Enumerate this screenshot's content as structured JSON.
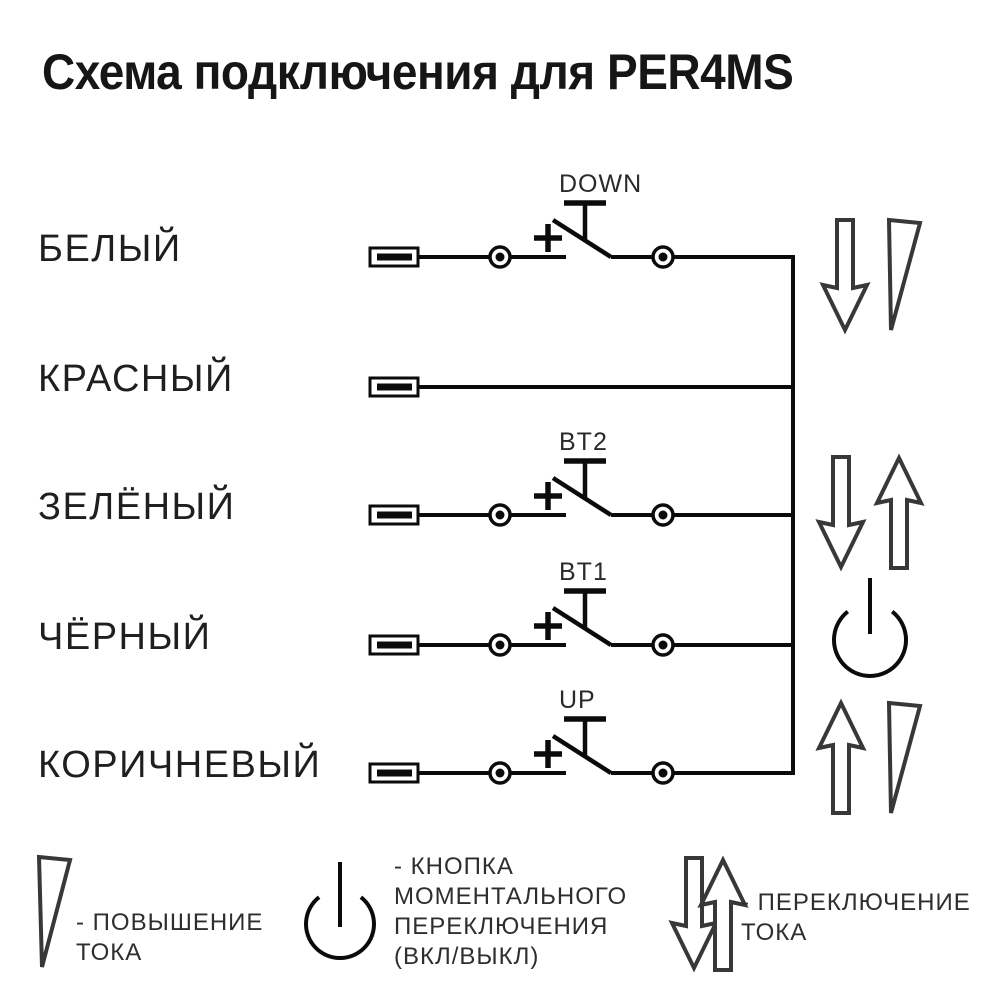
{
  "title": "Схема подключения для PER4MS",
  "wires": [
    {
      "label": "БЕЛЫЙ",
      "switch": "DOWN"
    },
    {
      "label": "КРАСНЫЙ",
      "switch": null
    },
    {
      "label": "ЗЕЛЁНЫЙ",
      "switch": "BT2"
    },
    {
      "label": "ЧЁРНЫЙ",
      "switch": "BT1"
    },
    {
      "label": "КОРИЧНЕВЫЙ",
      "switch": "UP"
    }
  ],
  "right_icons": [
    {
      "row": "БЕЛЫЙ",
      "icons": [
        "down-arrow",
        "current-wedge"
      ]
    },
    {
      "row": "ЗЕЛЁНЫЙ",
      "icons": [
        "down-arrow",
        "up-arrow"
      ]
    },
    {
      "row": "ЧЁРНЫЙ",
      "icons": [
        "power-button"
      ]
    },
    {
      "row": "КОРИЧНЕВЫЙ",
      "icons": [
        "up-arrow",
        "current-wedge"
      ]
    }
  ],
  "legend": [
    {
      "icon": "current-wedge-icon",
      "line1": "- ПОВЫШЕНИЕ",
      "line2": "ТОКА"
    },
    {
      "icon": "power-button-icon",
      "line1": "- КНОПКА",
      "line2": "МОМЕНТАЛЬНОГО",
      "line3": "ПЕРЕКЛЮЧЕНИЯ",
      "line4": "(ВКЛ/ВЫКЛ)"
    },
    {
      "icon": "up-down-arrows-icon",
      "line1": "- ПЕРЕКЛЮЧЕНИЕ",
      "line2": "ТОКА"
    }
  ],
  "colors": {
    "line": "#0b0b0b",
    "arrow_outline": "#383838",
    "background": "#ffffff"
  }
}
